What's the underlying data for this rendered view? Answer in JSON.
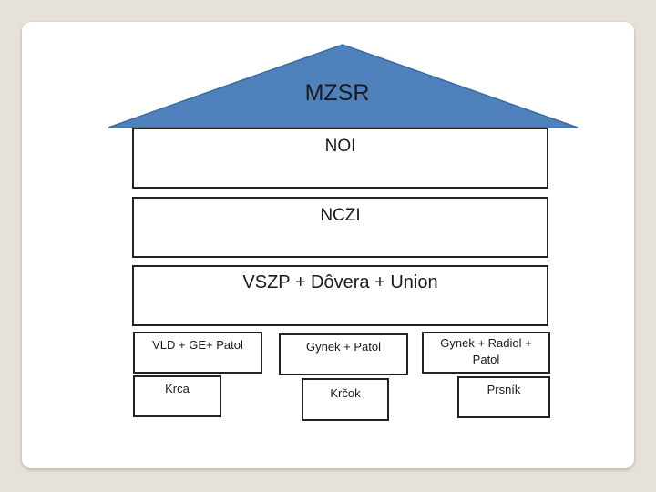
{
  "diagram": {
    "roof": {
      "label": "MZSR",
      "color": "#4f81bd",
      "stroke_color": "#3a6aa0"
    },
    "floors": [
      {
        "label": "NOI"
      },
      {
        "label": "NCZI"
      },
      {
        "label": "VSZP + Dôvera + Union"
      }
    ],
    "upper_row": [
      {
        "label": "VLD + GE+ Patol"
      },
      {
        "label": "Gynek + Patol"
      },
      {
        "label": "Gynek + Radiol + Patol"
      }
    ],
    "lower_row": [
      {
        "label": "Krca"
      },
      {
        "label": "Krčok"
      },
      {
        "label": "Prsník"
      }
    ]
  }
}
